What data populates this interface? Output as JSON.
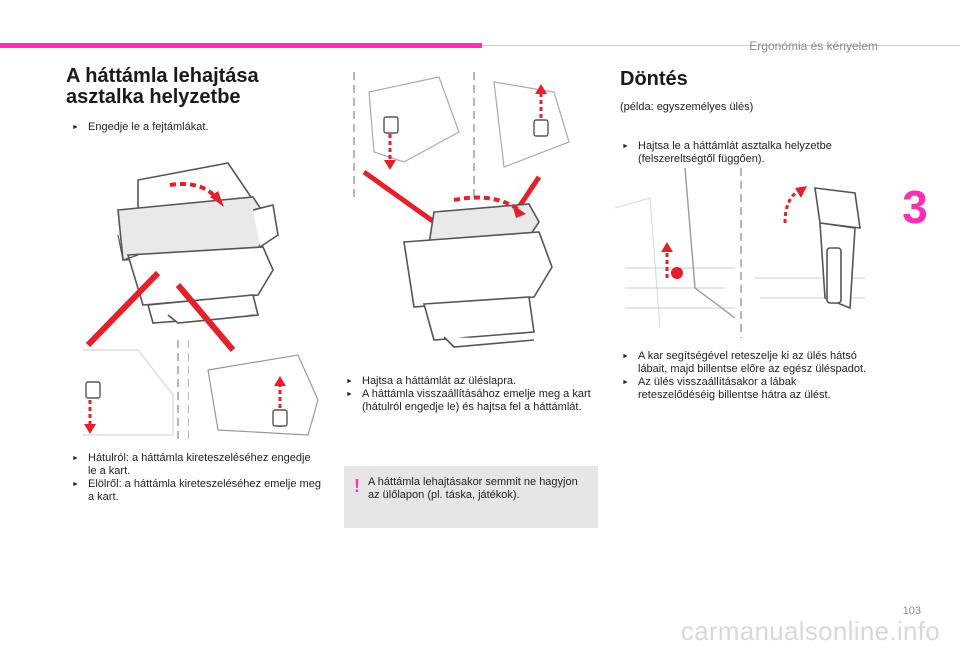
{
  "header": {
    "chapter_title": "Ergonómia és kényelem",
    "chapter_number": "3"
  },
  "left": {
    "title": "A háttámla lehajtása asztalka helyzetbe",
    "step1": "Engedje le a fejtámlákat.",
    "step2": "Hátulról: a háttámla kireteszeléséhez engedje le a kart.",
    "step3": "Elölről: a háttámla kireteszeléséhez emelje meg a kart."
  },
  "middle": {
    "step1": "Hajtsa a háttámlát az üléslapra.",
    "step2": "A háttámla visszaállításához emelje meg a kart (hátulról engedje le) és hajtsa fel a háttámlát.",
    "note": "A háttámla lehajtásakor semmit ne hagyjon az ülőlapon (pl. táska, játékok).",
    "note_mark": "!"
  },
  "right": {
    "title": "Döntés",
    "subtitle": "(példa: egyszemélyes ülés)",
    "step1": "Hajtsa le a háttámlát asztalka helyzetbe (felszereltségtől függően).",
    "step2": "A kar segítségével reteszelje ki az ülés hátsó lábait, majd billentse előre az egész üléspadot.",
    "step3": "Az ülés visszaállításakor a lábak reteszelődéséig billentse hátra az ülést."
  },
  "footer": {
    "page_number": "103",
    "watermark": "carmanualsonline.info"
  },
  "colors": {
    "accent_pink": "#ff2fb4",
    "arrow_red": "#e5202b",
    "note_bg": "#e6e6e6"
  }
}
